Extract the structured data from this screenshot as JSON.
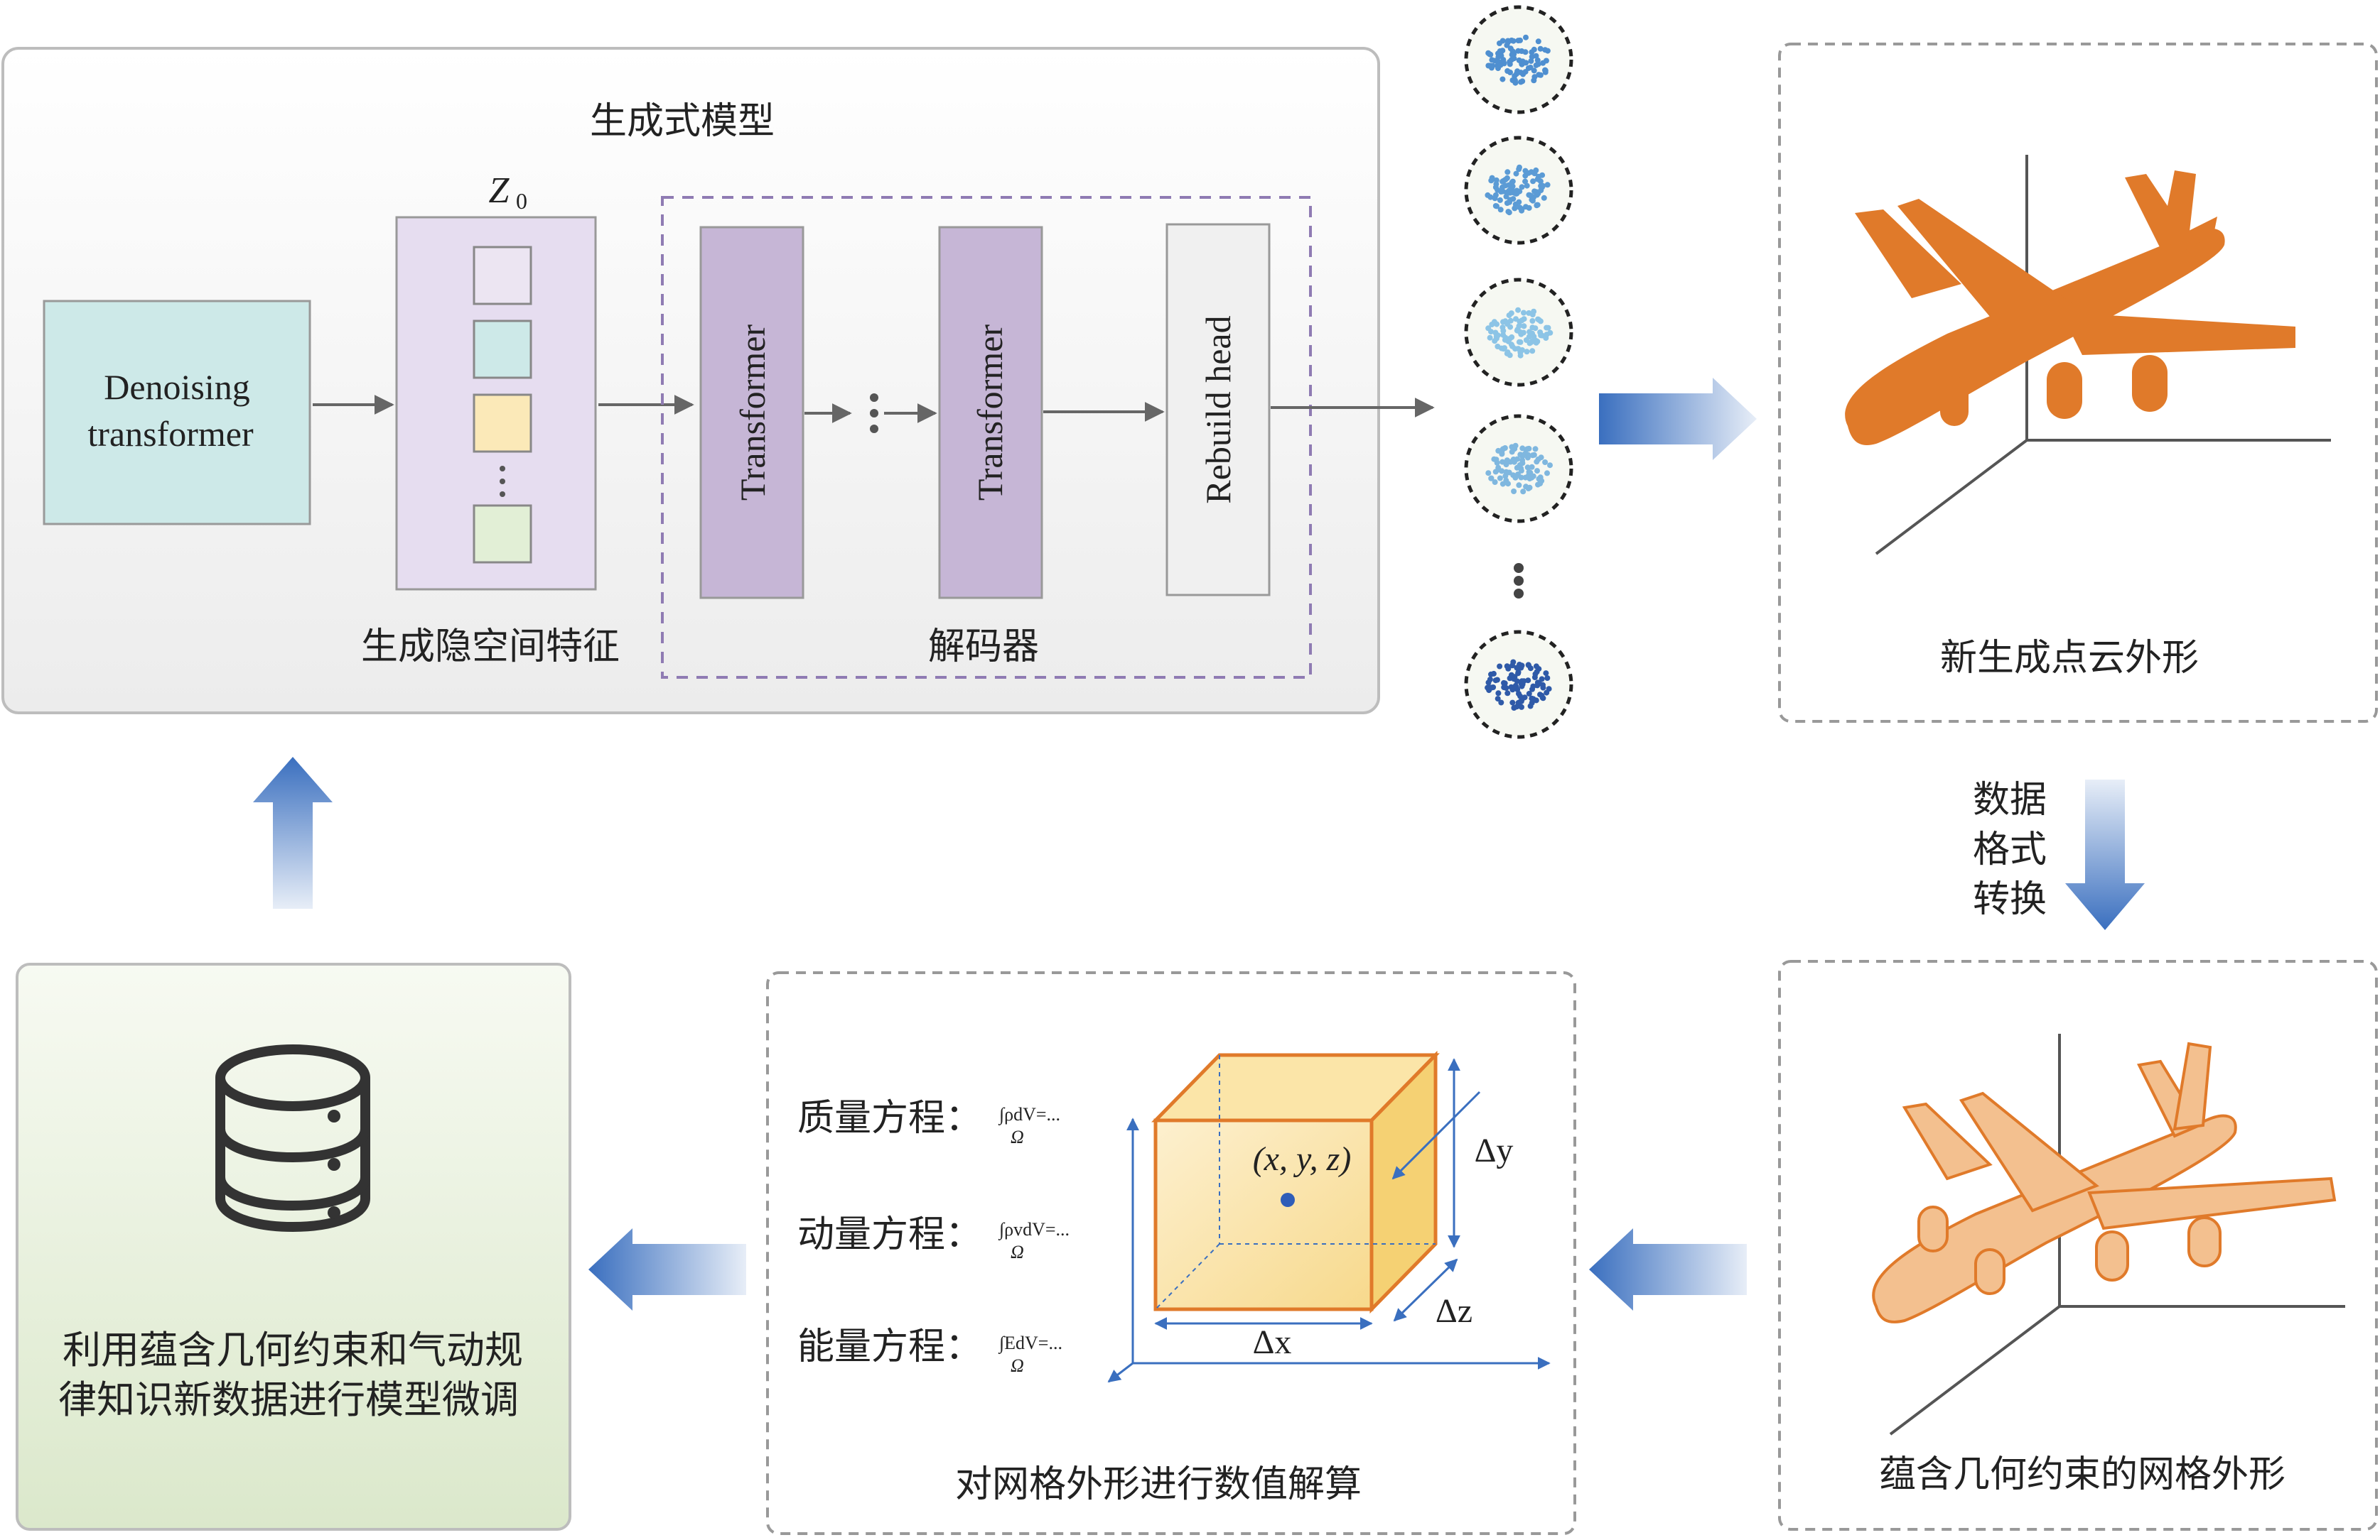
{
  "generative_model": {
    "title": "生成式模型",
    "denoising_label_1": "Denoising",
    "denoising_label_2": "transformer",
    "latent_symbol": "Z",
    "latent_subscript": "0",
    "latent_caption": "生成隐空间特征",
    "decoder_caption": "解码器",
    "transformer_1": "Transformer",
    "transformer_2": "Transformer",
    "rebuild_head": "Rebuild head"
  },
  "latent_cell_colors": [
    "#ece5f2",
    "#cde9e8",
    "#fbe9b8",
    "#e2efd6"
  ],
  "new_cloud_caption": "新生成点云外形",
  "conversion": {
    "line1": "数据",
    "line2": "格式",
    "line3": "转换"
  },
  "mesh_caption": "蕴含几何约束的网格外形",
  "numerical": {
    "caption": "对网格外形进行数值解算",
    "eq1_label": "质量方程：",
    "eq1_formula": "∫ρdV=...",
    "eq2_label": "动量方程：",
    "eq2_formula": "∫ρvdV=...",
    "eq3_label": "能量方程：",
    "eq3_formula": "∫EdV=...",
    "domain_symbol": "Ω",
    "point_label": "(x, y, z)",
    "dx": "Δx",
    "dy": "Δy",
    "dz": "Δz"
  },
  "finetune": {
    "line1": "利用蕴含几何约束和气动规",
    "line2": "律知识新数据进行模型微调"
  },
  "icons": [
    "database-icon",
    "airplane-point-cloud",
    "airplane-mesh"
  ],
  "colors": {
    "accent_blue": "#3a6fbf",
    "transformer_purple": "#c6b6d6",
    "denoise_teal": "#cde9e8",
    "plane_orange": "#e07a2a",
    "finetune_green": "#e6efd9"
  }
}
